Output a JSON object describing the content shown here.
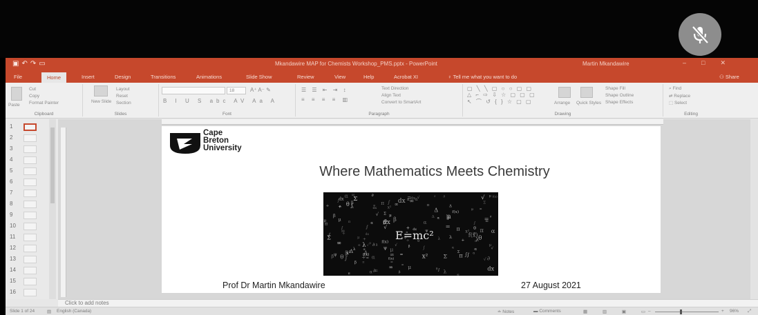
{
  "call": {
    "mute_icon": "microphone-muted-icon"
  },
  "window": {
    "title": "Mkandawire MAP for Chemists Workshop_PMS.pptx - PowerPoint",
    "user": "Martin Mkandawire",
    "qat_icons": [
      "save-icon",
      "undo-icon",
      "redo-icon",
      "start-from-beginning-icon"
    ]
  },
  "tabs": [
    {
      "label": "File"
    },
    {
      "label": "Home"
    },
    {
      "label": "Insert"
    },
    {
      "label": "Design"
    },
    {
      "label": "Transitions"
    },
    {
      "label": "Animations"
    },
    {
      "label": "Slide Show"
    },
    {
      "label": "Review"
    },
    {
      "label": "View"
    },
    {
      "label": "Help"
    },
    {
      "label": "Acrobat XI"
    }
  ],
  "active_tab": "Home",
  "tell_me": "Tell me what you want to do",
  "share_label": "Share",
  "ribbon": {
    "clipboard": {
      "label": "Clipboard",
      "paste": "Paste",
      "cut": "Cut",
      "copy": "Copy",
      "painter": "Format Painter"
    },
    "slides": {
      "label": "Slides",
      "new_slide": "New Slide",
      "layout": "Layout",
      "reset": "Reset",
      "section": "Section"
    },
    "font": {
      "label": "Font",
      "size": "18"
    },
    "paragraph": {
      "label": "Paragraph",
      "text_direction": "Text Direction",
      "align_text": "Align Text",
      "smartart": "Convert to SmartArt"
    },
    "drawing": {
      "label": "Drawing",
      "arrange": "Arrange",
      "quick_styles": "Quick Styles",
      "shape_fill": "Shape Fill",
      "shape_outline": "Shape Outline",
      "shape_effects": "Shape Effects"
    },
    "editing": {
      "label": "Editing",
      "find": "Find",
      "replace": "Replace",
      "select": "Select"
    }
  },
  "thumbnails": [
    "1",
    "2",
    "3",
    "4",
    "5",
    "6",
    "7",
    "8",
    "9",
    "10",
    "11",
    "12",
    "13",
    "14",
    "15",
    "16"
  ],
  "slide": {
    "logo_lines": [
      "Cape",
      "Breton",
      "University"
    ],
    "title": "Where Mathematics Meets Chemistry",
    "image_formula": "E=mc²",
    "presenter": "Prof Dr Martin Mkandawire",
    "date": "27 August 2021"
  },
  "notes_placeholder": "Click to add notes",
  "status": {
    "slide_of": "Slide 1 of 24",
    "language": "English (Canada)",
    "notes": "Notes",
    "comments": "Comments",
    "zoom": "96%"
  }
}
